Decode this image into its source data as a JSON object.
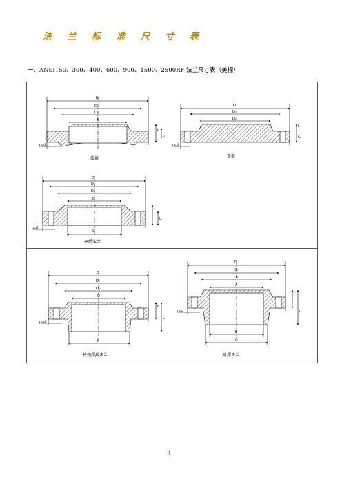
{
  "title": "法 兰 标 准 尺 寸 表",
  "subtitle": "一、ANSI150、300、400、600、900、1500、2500RF 法兰尺寸表（美標）",
  "page_number": "1",
  "dims": {
    "D": "D",
    "D1": "D₁",
    "D2": "D₂",
    "A": "A",
    "B": "B",
    "E": "E",
    "F": "F",
    "G": "G",
    "ncd": "ncd",
    "t": "t",
    "t1": "t₁",
    "L": "L"
  },
  "captions": {
    "flange": "法兰",
    "blind": "盲板",
    "slip_on": "平焊法兰",
    "long_neck": "长颈焊接法兰",
    "weld_neck": "对焊法兰"
  }
}
